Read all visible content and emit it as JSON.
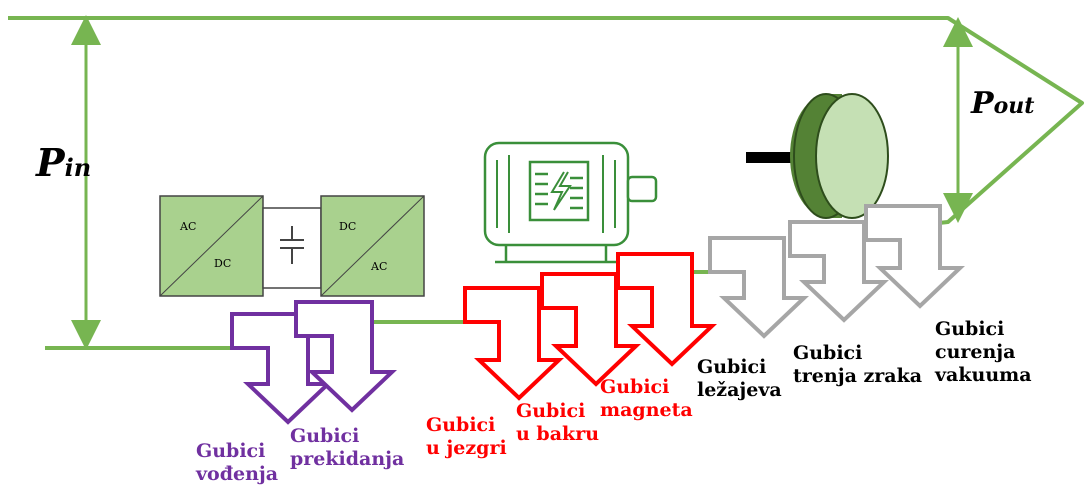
{
  "power": {
    "in_main": "P",
    "in_sub": "in",
    "out_main": "P",
    "out_sub": "out"
  },
  "converter": {
    "left_top": "AC",
    "left_bottom": "DC",
    "right_top": "DC",
    "right_bottom": "AC"
  },
  "losses": [
    {
      "line1": "Gubici",
      "line2": "vođenja"
    },
    {
      "line1": "Gubici",
      "line2": "prekidanja"
    },
    {
      "line1": "Gubici",
      "line2": "u jezgri"
    },
    {
      "line1": "Gubici",
      "line2": "u bakru"
    },
    {
      "line1": "Gubici",
      "line2": "magneta"
    },
    {
      "line1": "Gubici",
      "line2": "ležajeva"
    },
    {
      "line1": "Gubici",
      "line2": "trenja zraka"
    },
    {
      "line1": "Gubici",
      "line2": "curenja",
      "line3": "vakuuma"
    }
  ],
  "colors": {
    "flow_line": "#77b551",
    "converter_fill": "#a9d18e",
    "motor_green": "#3a8f3a",
    "rotor_dark": "#548235",
    "rotor_light": "#c5e0b4",
    "switching_losses": "#7030a0",
    "machine_losses": "#ff0000",
    "mechanical_losses": "#a6a6a6"
  }
}
